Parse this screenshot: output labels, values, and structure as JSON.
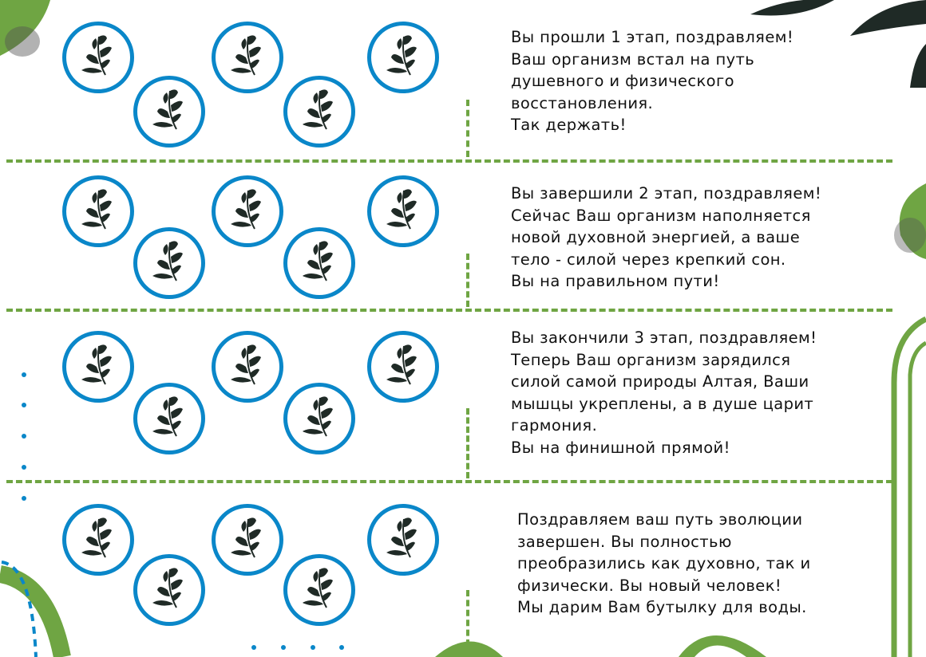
{
  "colors": {
    "green": "#6fa543",
    "blue": "#0a87c9",
    "dark": "#1f2a26"
  },
  "icon": "leaf-branch-icon",
  "stages": [
    {
      "lines": [
        "Вы прошли 1 этап, поздравляем!",
        "Ваш организм встал на путь",
        "душевного и физического",
        "восстановления.",
        "Так держать!"
      ]
    },
    {
      "lines": [
        "Вы завершили 2 этап, поздравляем!",
        "Сейчас Ваш организм наполняется",
        "новой духовной энергией, а ваше",
        "тело - силой через крепкий сон.",
        "Вы на правильном пути!"
      ]
    },
    {
      "lines": [
        "Вы закончили 3 этап, поздравляем!",
        "Теперь Ваш организм зарядился",
        "силой самой природы Алтая, Ваши",
        "мышцы укреплены, а в душе царит",
        "гармония.",
        "Вы на финишной прямой!"
      ]
    },
    {
      "lines": [
        "Поздравляем ваш путь эволюции",
        "завершен. Вы полностью",
        "преобразились как духовно, так и",
        "физически. Вы новый человек!",
        "Мы дарим Вам бутылку для воды."
      ]
    }
  ]
}
